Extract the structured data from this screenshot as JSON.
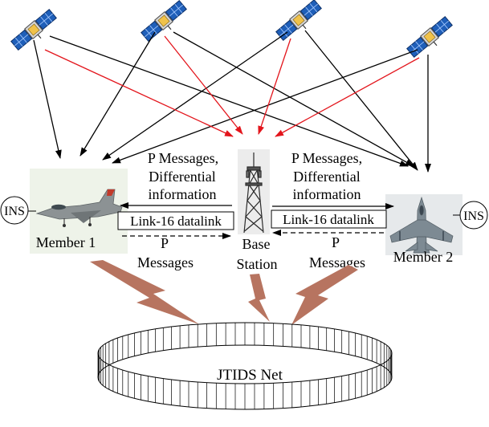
{
  "labels": {
    "left_p_messages": "P Messages,",
    "left_diff_line1": "Differential",
    "left_diff_line2": "information",
    "left_link": "Link-16 datalink",
    "left_p": "P",
    "left_messages": "Messages",
    "right_p_messages": "P Messages,",
    "right_diff_line1": "Differential",
    "right_diff_line2": "information",
    "right_link": "Link-16 datalink",
    "right_p": "P",
    "right_messages": "Messages",
    "base_line1": "Base",
    "base_line2": "Station",
    "member1": "Member 1",
    "member2": "Member 2",
    "ins_left": "INS",
    "ins_right": "INS",
    "net": "JTIDS Net"
  },
  "icons": {
    "satellite": "satellite-icon",
    "member1": "fighter-jet-side-icon",
    "member2": "fighter-jet-top-icon",
    "base": "radio-tower-icon",
    "link": "lightning-bolt-icon"
  },
  "colors": {
    "black": "#000000",
    "red": "#e3151c",
    "bolt": "#b77460",
    "panel": "#1f5fb9"
  }
}
